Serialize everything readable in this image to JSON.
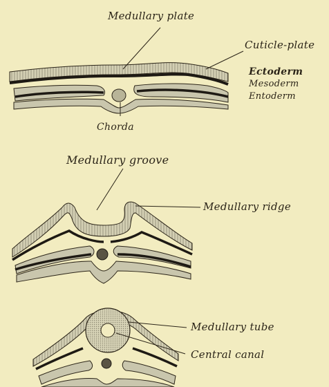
{
  "figure": {
    "stage1": {
      "medullary_plate": "Medullary plate",
      "cuticle_plate": "Cuticle-plate",
      "ectoderm": "Ectoderm",
      "mesoderm": "Mesoderm",
      "entoderm": "Entoderm",
      "chorda": "Chorda"
    },
    "stage2": {
      "medullary_groove": "Medullary groove",
      "medullary_ridge": "Medullary ridge"
    },
    "stage3": {
      "medullary_tube": "Medullary tube",
      "central_canal": "Central canal"
    }
  },
  "colors": {
    "background": "#f2ecc0",
    "ink": "#2b2418",
    "tissue_fill": "#c9c6ad",
    "layer_dark": "#1e1a14"
  }
}
